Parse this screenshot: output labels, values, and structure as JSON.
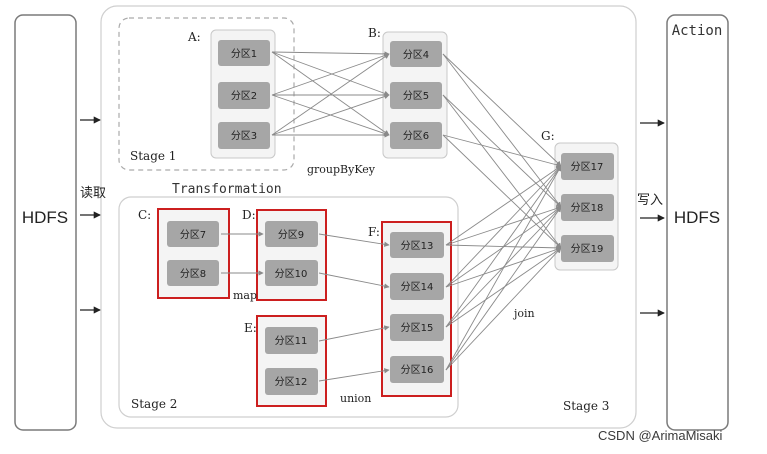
{
  "left_hdfs": "HDFS",
  "right_hdfs": "HDFS",
  "action_label": "Action",
  "read_label": "读取",
  "write_label": "写入",
  "transformation_label": "Transformation",
  "stages": {
    "stage1": "Stage 1",
    "stage2": "Stage 2",
    "stage3": "Stage 3"
  },
  "rdds": {
    "A": "A:",
    "B": "B:",
    "C": "C:",
    "D": "D:",
    "E": "E:",
    "F": "F:",
    "G": "G:"
  },
  "partitions": {
    "p1": "分区1",
    "p2": "分区2",
    "p3": "分区3",
    "p4": "分区4",
    "p5": "分区5",
    "p6": "分区6",
    "p7": "分区7",
    "p8": "分区8",
    "p9": "分区9",
    "p10": "分区10",
    "p11": "分区11",
    "p12": "分区12",
    "p13": "分区13",
    "p14": "分区14",
    "p15": "分区15",
    "p16": "分区16",
    "p17": "分区17",
    "p18": "分区18",
    "p19": "分区19"
  },
  "operations": {
    "groupByKey": "groupByKey",
    "map": "map",
    "union": "union",
    "join": "join"
  },
  "watermark": "CSDN @ArimaMisaki",
  "colors": {
    "partition_fill": "#a6a6a6",
    "highlight_red": "#cc1f1f",
    "rdd_border": "#c8c8c8",
    "arrow": "#8a8a8a"
  }
}
